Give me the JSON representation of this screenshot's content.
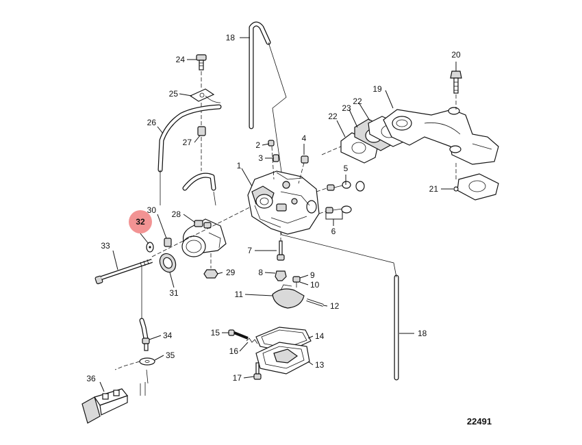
{
  "drawing_number": "22491",
  "highlight": {
    "label": "32",
    "color": "#f08080"
  },
  "callouts": [
    {
      "key": "c1",
      "label": "1"
    },
    {
      "key": "c2",
      "label": "2"
    },
    {
      "key": "c3",
      "label": "3"
    },
    {
      "key": "c4",
      "label": "4"
    },
    {
      "key": "c5",
      "label": "5"
    },
    {
      "key": "c6",
      "label": "6"
    },
    {
      "key": "c7",
      "label": "7"
    },
    {
      "key": "c8",
      "label": "8"
    },
    {
      "key": "c9",
      "label": "9"
    },
    {
      "key": "c10",
      "label": "10"
    },
    {
      "key": "c11",
      "label": "11"
    },
    {
      "key": "c12",
      "label": "12"
    },
    {
      "key": "c13",
      "label": "13"
    },
    {
      "key": "c14",
      "label": "14"
    },
    {
      "key": "c15",
      "label": "15"
    },
    {
      "key": "c16",
      "label": "16"
    },
    {
      "key": "c17",
      "label": "17"
    },
    {
      "key": "c18a",
      "label": "18"
    },
    {
      "key": "c18b",
      "label": "18"
    },
    {
      "key": "c19",
      "label": "19"
    },
    {
      "key": "c20",
      "label": "20"
    },
    {
      "key": "c21",
      "label": "21"
    },
    {
      "key": "c22a",
      "label": "22"
    },
    {
      "key": "c22b",
      "label": "22"
    },
    {
      "key": "c23",
      "label": "23"
    },
    {
      "key": "c24",
      "label": "24"
    },
    {
      "key": "c25",
      "label": "25"
    },
    {
      "key": "c26",
      "label": "26"
    },
    {
      "key": "c27",
      "label": "27"
    },
    {
      "key": "c28",
      "label": "28"
    },
    {
      "key": "c29",
      "label": "29"
    },
    {
      "key": "c30",
      "label": "30"
    },
    {
      "key": "c31",
      "label": "31"
    },
    {
      "key": "c33",
      "label": "33"
    },
    {
      "key": "c34",
      "label": "34"
    },
    {
      "key": "c35",
      "label": "35"
    },
    {
      "key": "c36",
      "label": "36"
    }
  ]
}
